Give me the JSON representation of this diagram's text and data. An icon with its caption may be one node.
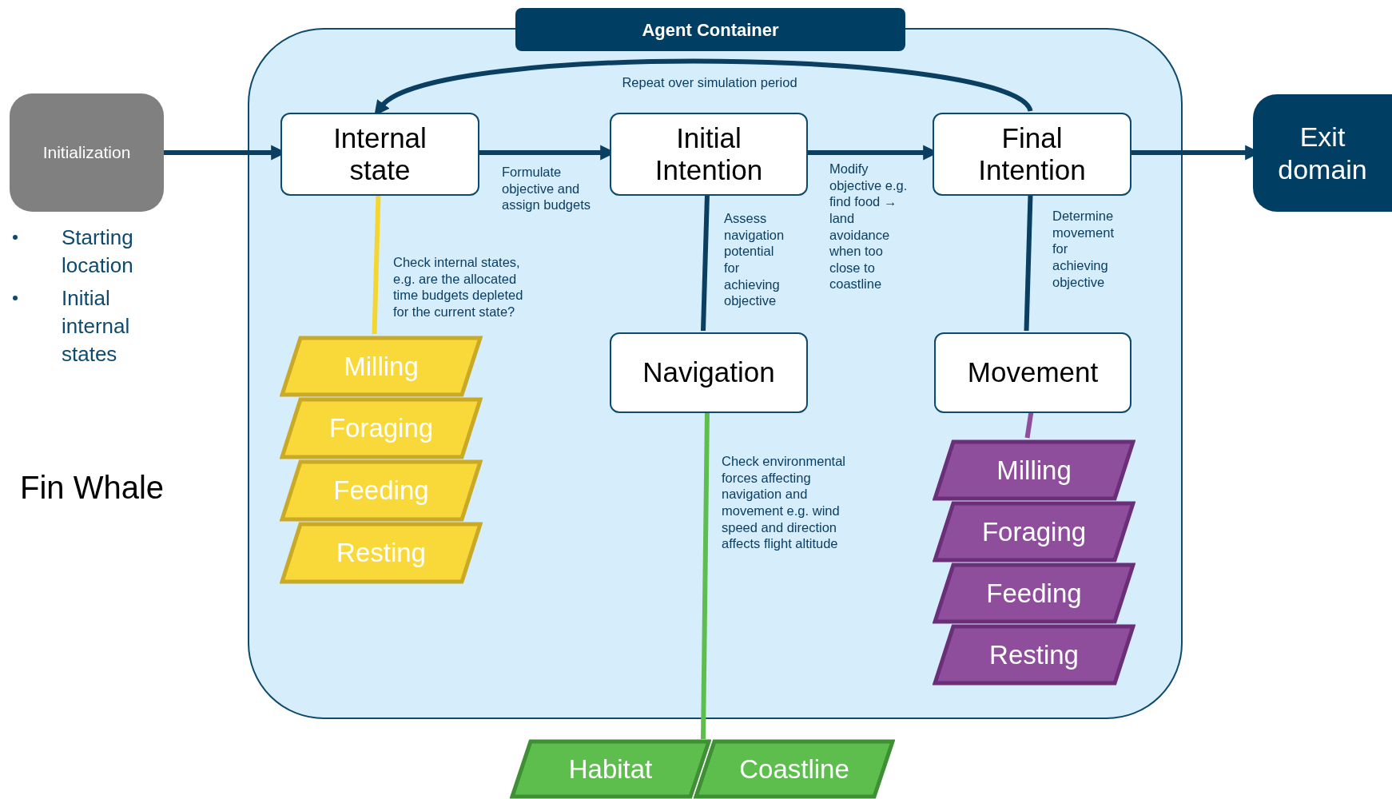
{
  "diagram": {
    "nodes": [
      {
        "text": [
          "Agent Container"
        ]
      },
      {
        "text": [
          "Initialization"
        ],
        "beside": [
          "Starting location",
          "Initial internal states"
        ]
      },
      {
        "text": [
          "Internal state"
        ],
        "in": 0
      },
      {
        "text": [
          "Initial Intention"
        ],
        "in": 0
      },
      {
        "text": [
          "Final Intention"
        ],
        "in": 0
      },
      {
        "text": [
          "Exit domain"
        ]
      },
      {
        "text": [
          "Navigation"
        ],
        "in": 0
      },
      {
        "text": [
          "Movement"
        ],
        "in": 0
      },
      {
        "text": [
          "Milling"
        ],
        "in": 0
      },
      {
        "text": [
          "Foraging"
        ],
        "in": 0
      },
      {
        "text": [
          "Feeding"
        ],
        "in": 0
      },
      {
        "text": [
          "Resting"
        ],
        "in": 0
      },
      {
        "text": [
          "Milling"
        ],
        "in": 0
      },
      {
        "text": [
          "Foraging"
        ],
        "in": 0
      },
      {
        "text": [
          "Feeding"
        ],
        "in": 0
      },
      {
        "text": [
          "Resting"
        ],
        "in": 0
      },
      {
        "text": [
          "Habitat"
        ]
      },
      {
        "text": [
          "Coastline"
        ]
      }
    ],
    "edges": [
      {
        "from": 1,
        "to": 2,
        "arrow": "to"
      },
      {
        "from": 2,
        "to": 3,
        "arrow": "to",
        "label": "Formulate objective and assign budgets"
      },
      {
        "from": 3,
        "to": 4,
        "arrow": "to",
        "label": "Modify objective e.g. find food → land avoidance when too close to coastline"
      },
      {
        "from": 4,
        "to": 5,
        "arrow": "to"
      },
      {
        "from": 4,
        "to": 2,
        "arrow": "to",
        "label": "Repeat over simulation period"
      },
      {
        "from": 2,
        "to": 8,
        "arrow": "none",
        "color": "#f5d631",
        "label": "Check internal states, e.g. are the allocated time budgets depleted for the current state?"
      },
      {
        "from": 3,
        "to": 6,
        "arrow": "none",
        "label": "Assess navigation potential for achieving objective"
      },
      {
        "from": 4,
        "to": 7,
        "arrow": "none",
        "label": "Determine movement for achieving objective"
      },
      {
        "from": 7,
        "to": 12,
        "arrow": "none",
        "color": "#8e4e9c"
      },
      {
        "from": 6,
        "to": 16,
        "arrow": "none",
        "color": "#5dbe4e",
        "label": "Check environmental forces affecting navigation and movement e.g. wind speed and direction affects flight altitude"
      },
      {
        "from": 6,
        "to": 17,
        "arrow": "none",
        "color": "#5dbe4e"
      }
    ],
    "labels": [
      "Fin Whale"
    ]
  }
}
